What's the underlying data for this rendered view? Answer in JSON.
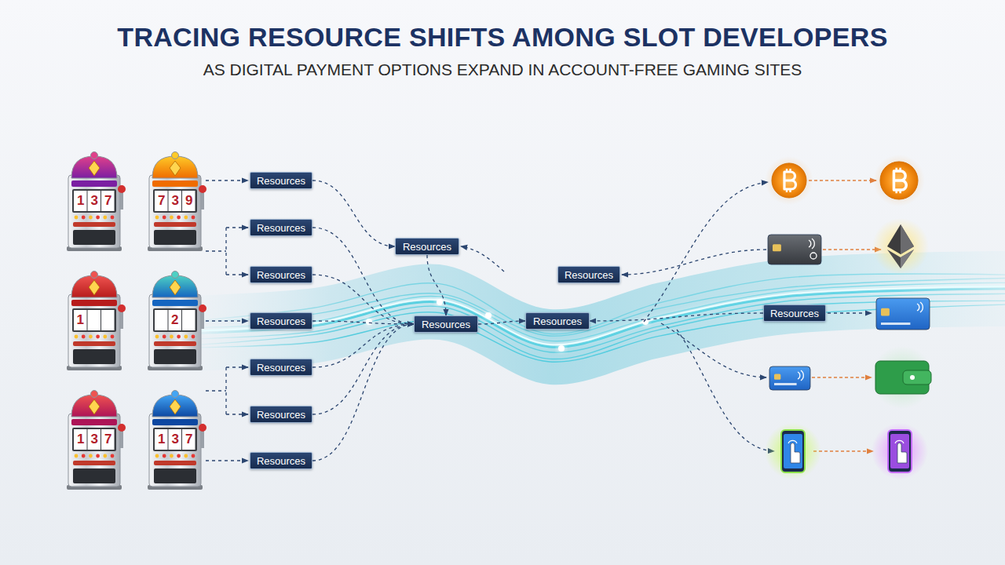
{
  "diagram": {
    "title": "TRACING RESOURCE SHIFTS AMONG SLOT DEVELOPERS",
    "nodes": [
      {
        "text": [
          "Resources"
        ]
      },
      {
        "text": [
          "Resources"
        ]
      },
      {
        "text": [
          "Resources"
        ]
      },
      {
        "text": [
          "Resources"
        ]
      },
      {
        "text": [
          "Resources"
        ]
      },
      {
        "text": [
          "Resources"
        ]
      },
      {
        "text": [
          "Resources"
        ]
      },
      {
        "text": [
          "Resources"
        ]
      },
      {
        "text": [
          "Resources"
        ]
      },
      {
        "text": [
          "Resources"
        ]
      },
      {
        "text": [
          "Resources"
        ]
      },
      {
        "text": [
          "Resources"
        ]
      }
    ],
    "edges": [
      {
        "from": 0,
        "to": 7,
        "arrow": "to"
      },
      {
        "from": 1,
        "to": 8,
        "arrow": "to"
      },
      {
        "from": 2,
        "to": 8,
        "arrow": "to"
      },
      {
        "from": 3,
        "to": 8,
        "arrow": "to"
      },
      {
        "from": 4,
        "to": 8,
        "arrow": "to"
      },
      {
        "from": 5,
        "to": 8,
        "arrow": "to"
      },
      {
        "from": 6,
        "to": 8,
        "arrow": "to"
      },
      {
        "from": 7,
        "to": 8,
        "arrow": "to"
      },
      {
        "from": 8,
        "to": 9,
        "arrow": "to"
      },
      {
        "from": 11,
        "to": 9,
        "arrow": "to"
      }
    ],
    "labels": [
      "AS DIGITAL PAYMENT OPTIONS EXPAND IN ACCOUNT-FREE GAMING SITES",
      "137",
      "739",
      "1",
      "2",
      "137",
      "137"
    ]
  }
}
